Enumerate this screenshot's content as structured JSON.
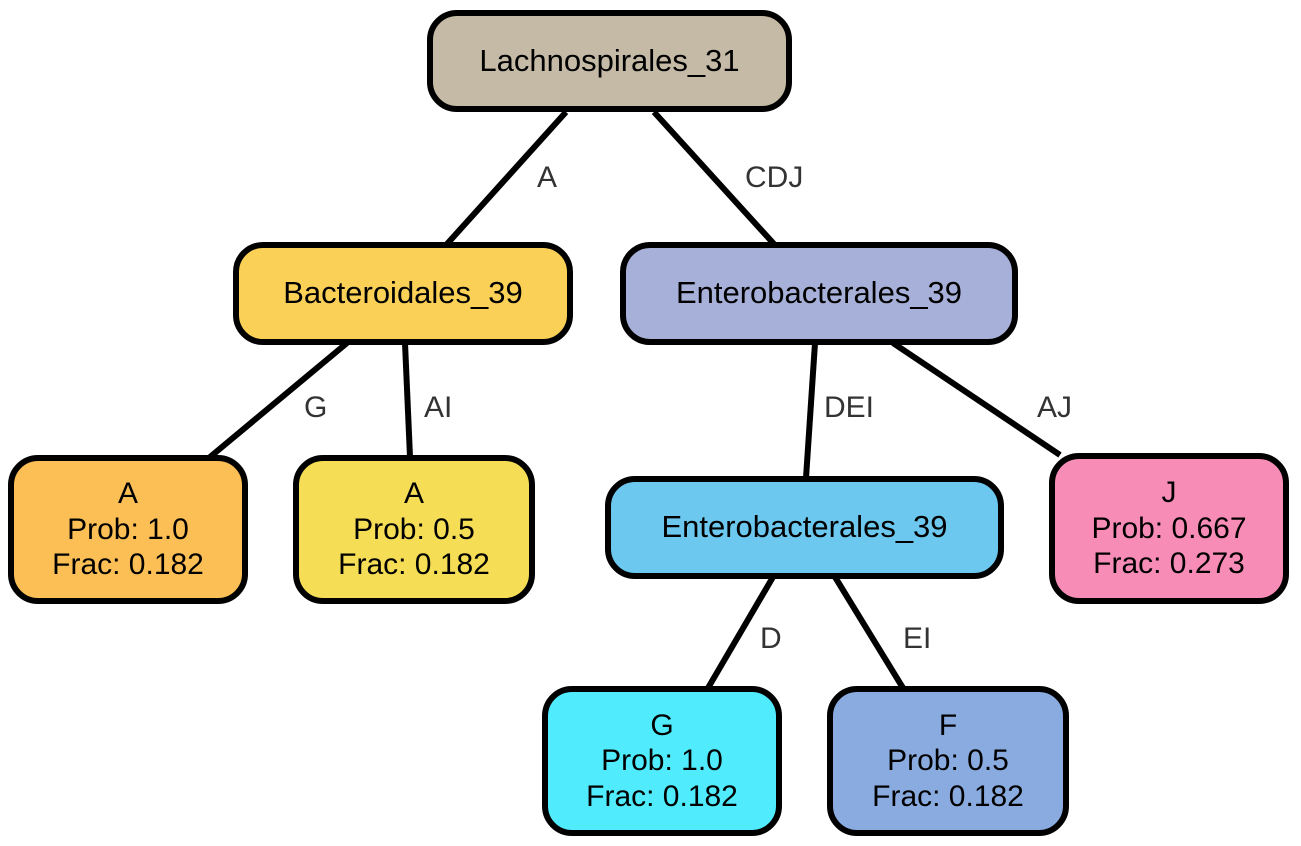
{
  "tree": {
    "nodes": [
      {
        "id": "n0",
        "label": "Lachnospirales_31",
        "color": "#C4BAA6"
      },
      {
        "id": "n1",
        "label": "Bacteroidales_39",
        "color": "#FAD057"
      },
      {
        "id": "n2",
        "label": "Enterobacterales_39",
        "color": "#A7B0D8"
      },
      {
        "id": "n3",
        "label": "A",
        "prob": "Prob: 1.0",
        "frac": "Frac: 0.182",
        "color": "#FCBF55"
      },
      {
        "id": "n4",
        "label": "A",
        "prob": "Prob: 0.5",
        "frac": "Frac: 0.182",
        "color": "#F5DE55"
      },
      {
        "id": "n5",
        "label": "Enterobacterales_39",
        "color": "#6CC8EF"
      },
      {
        "id": "n6",
        "label": "J",
        "prob": "Prob: 0.667",
        "frac": "Frac: 0.273",
        "color": "#F78CB7"
      },
      {
        "id": "n7",
        "label": "G",
        "prob": "Prob: 1.0",
        "frac": "Frac: 0.182",
        "color": "#50EBFD"
      },
      {
        "id": "n8",
        "label": "F",
        "prob": "Prob: 0.5",
        "frac": "Frac: 0.182",
        "color": "#8AABE0"
      }
    ],
    "edges": [
      {
        "from": "n0",
        "to": "n1",
        "label": "A"
      },
      {
        "from": "n0",
        "to": "n2",
        "label": "CDJ"
      },
      {
        "from": "n1",
        "to": "n3",
        "label": "G"
      },
      {
        "from": "n1",
        "to": "n4",
        "label": "AI"
      },
      {
        "from": "n2",
        "to": "n5",
        "label": "DEI"
      },
      {
        "from": "n2",
        "to": "n6",
        "label": "AJ"
      },
      {
        "from": "n5",
        "to": "n7",
        "label": "D"
      },
      {
        "from": "n5",
        "to": "n8",
        "label": "EI"
      }
    ]
  }
}
